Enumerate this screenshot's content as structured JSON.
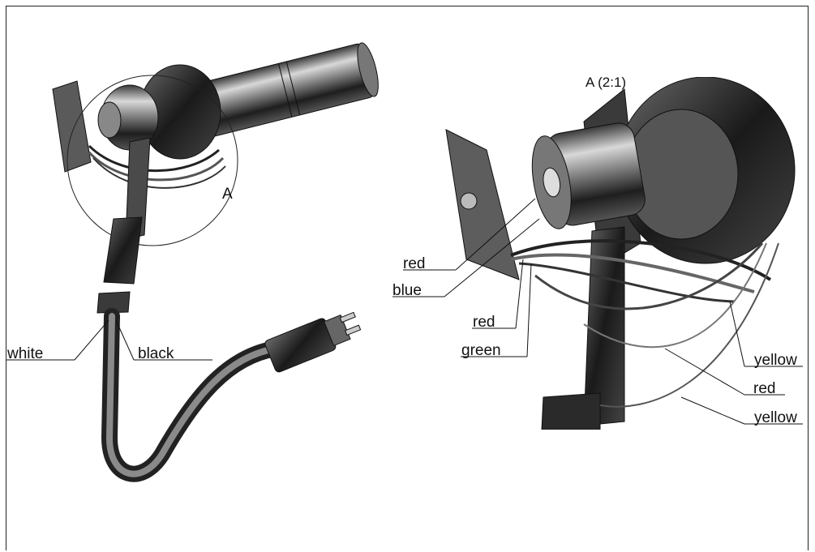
{
  "detail": {
    "marker": "A",
    "title": "A (2:1)"
  },
  "callouts": {
    "white": "white",
    "black": "black",
    "red_1": "red",
    "blue": "blue",
    "red_2": "red",
    "green": "green",
    "yellow_1": "yellow",
    "red_3": "red",
    "yellow_2": "yellow"
  }
}
